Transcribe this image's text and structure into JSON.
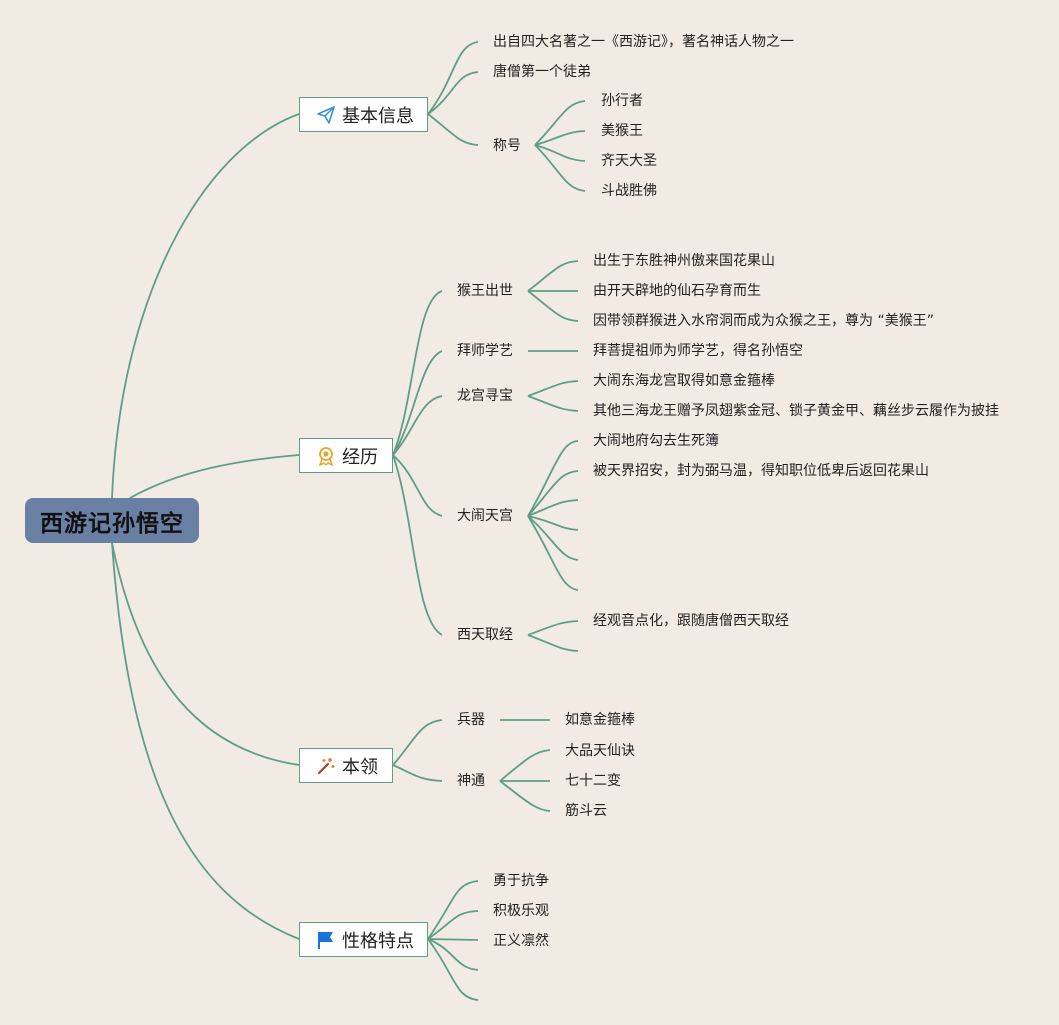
{
  "root": {
    "label": "西游记孙悟空"
  },
  "branches": {
    "basic": {
      "label": "基本信息",
      "icon": "paper-plane-icon",
      "items": {
        "origin": "出自四大名著之一《西游记》，著名神话人物之一",
        "disciple": "唐僧第一个徒弟",
        "titles": {
          "label": "称号",
          "items": [
            "孙行者",
            "美猴王",
            "齐天大圣",
            "斗战胜佛"
          ]
        }
      }
    },
    "experience": {
      "label": "经历",
      "icon": "award-ribbon-icon",
      "items": {
        "birth": {
          "label": "猴王出世",
          "items": [
            "出生于东胜神州傲来国花果山",
            "由开天辟地的仙石孕育而生",
            "因带领群猴进入水帘洞而成为众猴之王，尊为 “美猴王”"
          ]
        },
        "apprentice": {
          "label": "拜师学艺",
          "items": [
            "拜菩提祖师为师学艺，得名孙悟空"
          ]
        },
        "dragon_palace": {
          "label": "龙宫寻宝",
          "items": [
            "大闹东海龙宫取得如意金箍棒",
            "其他三海龙王赠予凤翅紫金冠、锁子黄金甲、藕丝步云履作为披挂"
          ]
        },
        "havoc": {
          "label": "大闹天宫",
          "items": [
            "大闹地府勾去生死簿",
            "被天界招安，封为弼马温，得知职位低卑后返回花果山"
          ]
        },
        "journey_west": {
          "label": "西天取经",
          "items": [
            "经观音点化，跟随唐僧西天取经"
          ]
        }
      }
    },
    "skills": {
      "label": "本领",
      "icon": "magic-wand-icon",
      "items": {
        "weapon": {
          "label": "兵器",
          "items": [
            "如意金箍棒"
          ]
        },
        "powers": {
          "label": "神通",
          "items": [
            "大品天仙诀",
            "七十二变",
            "筋斗云"
          ]
        }
      }
    },
    "traits": {
      "label": "性格特点",
      "icon": "flag-icon",
      "items": [
        "勇于抗争",
        "积极乐观",
        "正义凛然"
      ]
    }
  },
  "colors": {
    "background": "#f1ebe4",
    "root_fill": "#6a7fa4",
    "line": "#5e9e88",
    "node_border": "#5e9e88"
  }
}
